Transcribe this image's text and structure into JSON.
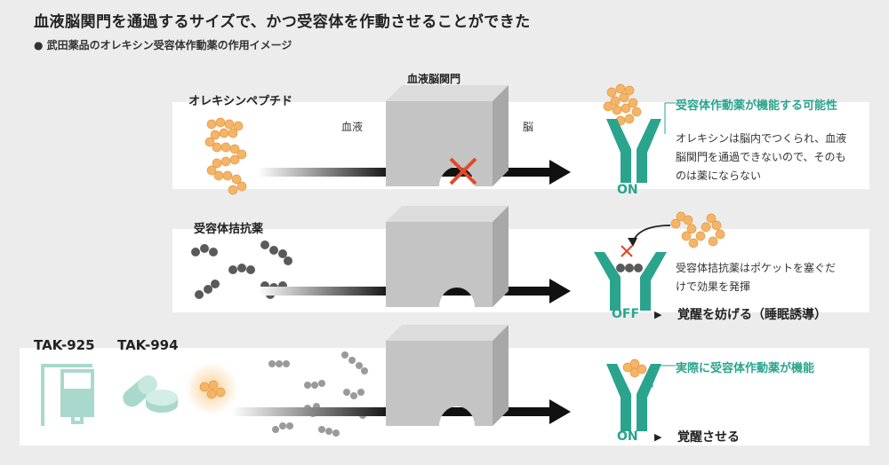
{
  "title": "血液脳関門を通過するサイズで、かつ受容体を作動させることができた",
  "subtitle": "● 武田薬品のオレキシン受容体作動薬の作用イメージ",
  "barrier_label": "血液脳関門",
  "row1": {
    "name": "オレキシンペプチド",
    "left_side": "血液",
    "right_side": "脳",
    "callout": "受容体作動薬が機能する可能性",
    "note_lines": [
      "オレキシンは脳内でつくられ、血液",
      "脳関門を通過できないので、そのも",
      "のは薬にならない"
    ],
    "state": "ON"
  },
  "row2": {
    "name": "受容体拮抗薬",
    "note_lines": [
      "受容体拮抗薬はポケットを塞ぐだ",
      "けで効果を発揮"
    ],
    "state": "OFF",
    "effect": "覚醒を妨げる（睡眠誘導）"
  },
  "row3": {
    "drug_a": "TAK-925",
    "drug_b": "TAK-994",
    "callout": "実際に受容体作動薬が機能",
    "state": "ON",
    "effect": "覚醒させる"
  },
  "colors": {
    "teal": "#2aa48d",
    "orange": "#f4b568",
    "gray_molecule": "#5a5a5a",
    "barrier": "#c4c4c4",
    "cross": "#e04a2a"
  }
}
